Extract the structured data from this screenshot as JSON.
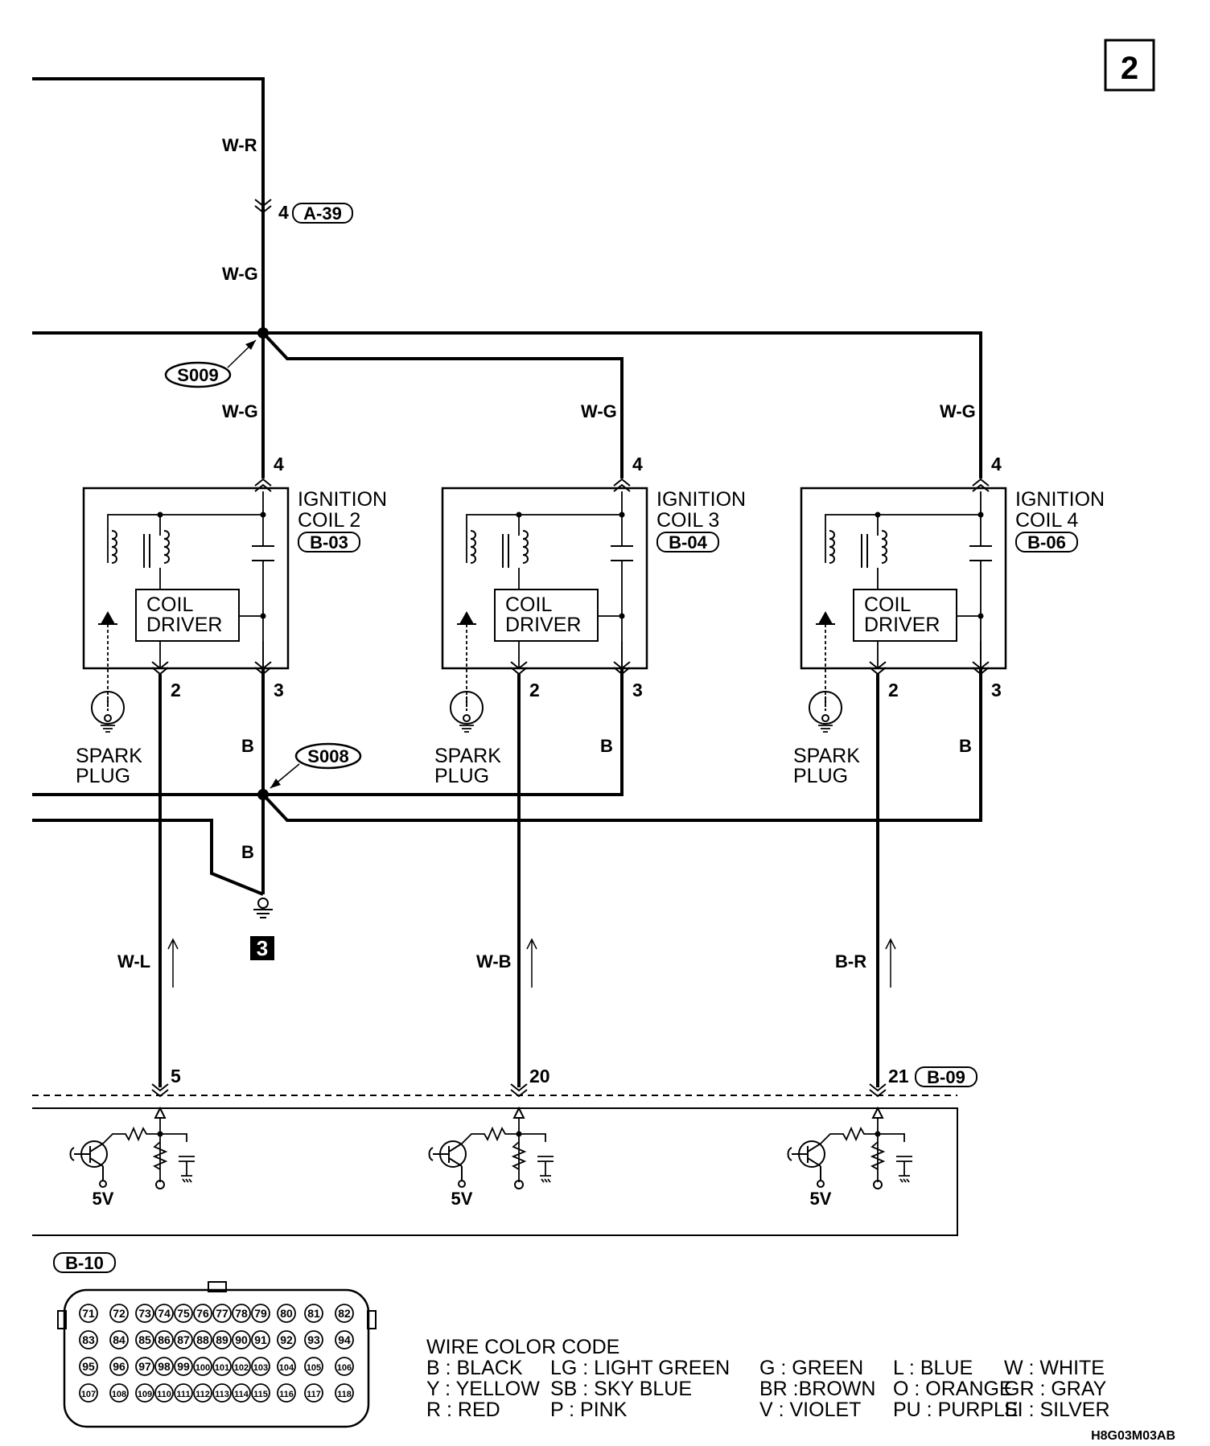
{
  "page": {
    "number": "2",
    "code": "H8G03M03AB"
  },
  "top_wire": {
    "upper_color": "W-R",
    "lower_color": "W-G",
    "pin": "4",
    "connector": "A-39"
  },
  "splice_top": "S009",
  "splice_bottom": "S008",
  "ground": {
    "color": "B",
    "id": "3"
  },
  "coils": [
    {
      "title1": "IGNITION",
      "title2": "COIL 2",
      "connector": "B-03",
      "driver1": "COIL",
      "driver2": "DRIVER",
      "supply_color": "W-G",
      "pin_supply": "4",
      "pin_signal": "2",
      "pin_ground": "3",
      "ground_color": "B",
      "plug1": "SPARK",
      "plug2": "PLUG",
      "signal_color": "W-L",
      "ecu_pin": "5"
    },
    {
      "title1": "IGNITION",
      "title2": "COIL 3",
      "connector": "B-04",
      "driver1": "COIL",
      "driver2": "DRIVER",
      "supply_color": "W-G",
      "pin_supply": "4",
      "pin_signal": "2",
      "pin_ground": "3",
      "ground_color": "B",
      "plug1": "SPARK",
      "plug2": "PLUG",
      "signal_color": "W-B",
      "ecu_pin": "20"
    },
    {
      "title1": "IGNITION",
      "title2": "COIL 4",
      "connector": "B-06",
      "driver1": "COIL",
      "driver2": "DRIVER",
      "supply_color": "W-G",
      "pin_supply": "4",
      "pin_signal": "2",
      "pin_ground": "3",
      "ground_color": "B",
      "plug1": "SPARK",
      "plug2": "PLUG",
      "signal_color": "B-R",
      "ecu_pin": "21"
    }
  ],
  "ecu": {
    "connector": "B-09",
    "voltage": "5V"
  },
  "connector_b10": {
    "id": "B-10",
    "rows": [
      [
        "71",
        "72",
        "73",
        "74",
        "75",
        "76",
        "77",
        "78",
        "79",
        "80",
        "81",
        "82"
      ],
      [
        "83",
        "84",
        "85",
        "86",
        "87",
        "88",
        "89",
        "90",
        "91",
        "92",
        "93",
        "94"
      ],
      [
        "95",
        "96",
        "97",
        "98",
        "99",
        "100",
        "101",
        "102",
        "103",
        "104",
        "105",
        "106"
      ],
      [
        "107",
        "108",
        "109",
        "110",
        "111",
        "112",
        "113",
        "114",
        "115",
        "116",
        "117",
        "118"
      ]
    ]
  },
  "wire_color_code": {
    "title": "WIRE COLOR CODE",
    "rows": [
      [
        "B : BLACK",
        "LG : LIGHT GREEN",
        "G : GREEN",
        "L : BLUE",
        "W : WHITE"
      ],
      [
        "Y : YELLOW",
        "SB : SKY BLUE",
        "BR :BROWN",
        "O : ORANGE",
        "GR : GRAY"
      ],
      [
        "R : RED",
        "P : PINK",
        "V : VIOLET",
        "PU : PURPLE",
        "SI : SILVER"
      ]
    ]
  }
}
